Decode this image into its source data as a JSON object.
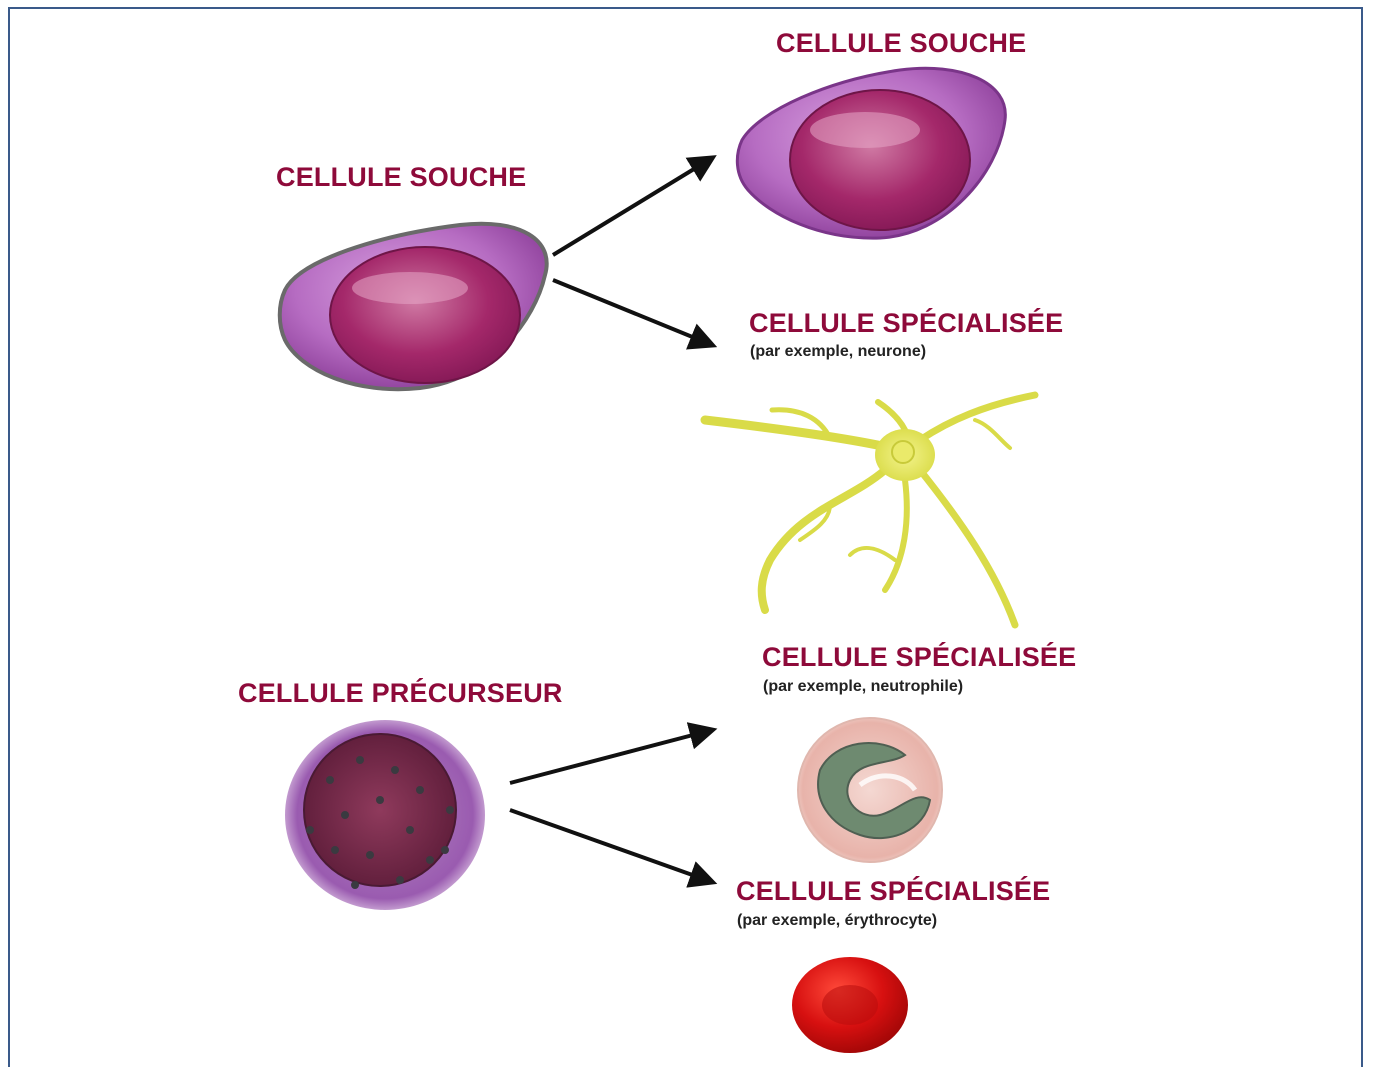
{
  "labels": {
    "stem_top": "CELLULE SOUCHE",
    "stem_left": "CELLULE SOUCHE",
    "specialized_neuron": "CELLULE SPÉCIALISÉE",
    "specialized_neuron_example": "(par exemple, neurone)",
    "precursor": "CELLULE PRÉCURSEUR",
    "specialized_neutrophil": "CELLULE SPÉCIALISÉE",
    "specialized_neutrophil_example": "(par exemple, neutrophile)",
    "specialized_erythrocyte": "CELLULE SPÉCIALISÉE",
    "specialized_erythrocyte_example": "(par exemple, érythrocyte)"
  },
  "colors": {
    "label_text": "#8e0a3a",
    "frame_border": "#3a5a8a",
    "stem_cell": "#b86bc4",
    "nucleus": "#a0275f",
    "neuron": "#e6e85a",
    "red_blood_cell": "#d81414"
  }
}
